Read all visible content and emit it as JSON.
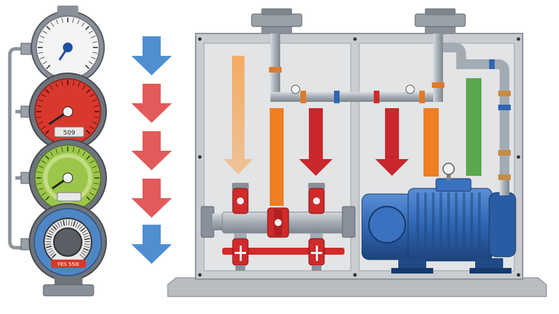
{
  "gauges": [
    {
      "name": "white-pressure-gauge",
      "face": "#f4f4f4",
      "ring": "#8a9099",
      "needle": "#1e4fa0",
      "label": ""
    },
    {
      "name": "red-pressure-gauge",
      "face": "#d9382e",
      "ring": "#6e747c",
      "needle": "#222222",
      "label": "509"
    },
    {
      "name": "green-pressure-gauge",
      "face": "#9cc64a",
      "ring": "#6e747c",
      "needle": "#222222",
      "label": ""
    },
    {
      "name": "blue-flow-meter",
      "face": "#4f86c6",
      "ring": "#6e747c",
      "needle": "",
      "label": "FES 55IE"
    }
  ],
  "side_arrows": [
    {
      "name": "blue-flow-arrow-1",
      "color": "#4f8fd0"
    },
    {
      "name": "red-flow-arrow-1",
      "color": "#e35a5a"
    },
    {
      "name": "red-flow-arrow-2",
      "color": "#e35a5a"
    },
    {
      "name": "red-flow-arrow-3",
      "color": "#e35a5a"
    },
    {
      "name": "blue-flow-arrow-2",
      "color": "#4f8fd0"
    }
  ],
  "cabinet_bars": [
    {
      "name": "light-orange-heat-arrow",
      "color": "#f6a85a"
    },
    {
      "name": "orange-heat-bar-1",
      "color": "#ee7f22"
    },
    {
      "name": "red-heat-arrow-1",
      "color": "#c8282c"
    },
    {
      "name": "red-heat-arrow-2",
      "color": "#c8282c"
    },
    {
      "name": "orange-heat-bar-2",
      "color": "#ee7f22"
    },
    {
      "name": "green-status-bar",
      "color": "#5aa84e"
    }
  ],
  "colors": {
    "cabinet_frame": "#c9ccd0",
    "cabinet_inner": "#e2e4e6",
    "pipe": "#a8b0b8",
    "valve_red": "#d02a2a",
    "pump_blue": "#2f66b3",
    "base_plate": "#b9bdc2"
  }
}
